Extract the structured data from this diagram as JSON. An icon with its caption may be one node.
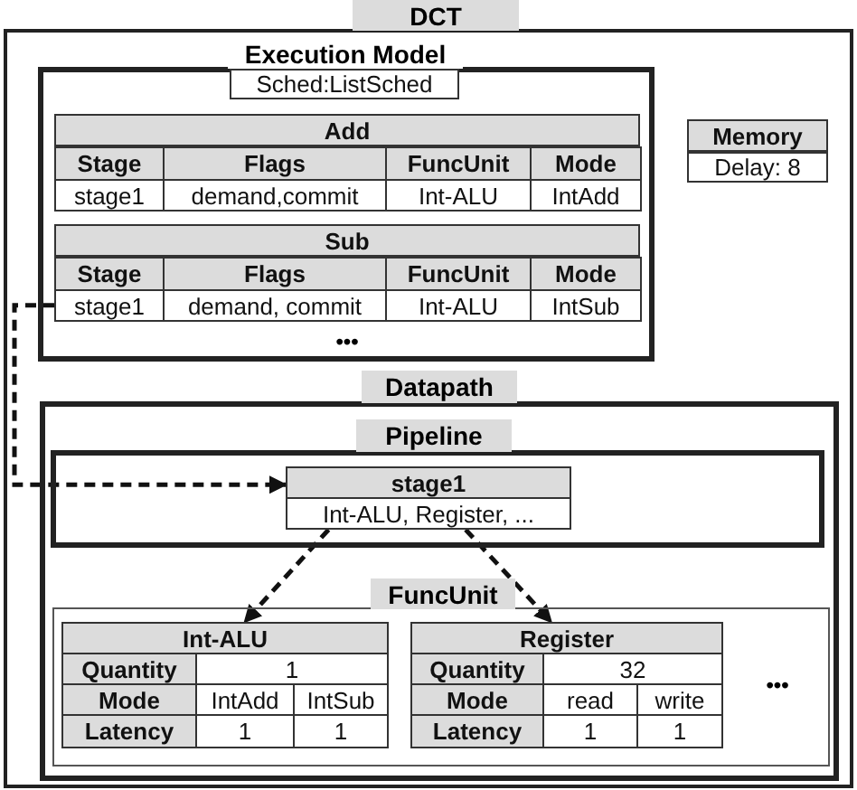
{
  "diagram": {
    "nodes": [
      {
        "text": [
          "DCT"
        ]
      },
      {
        "text": [
          "Execution Model"
        ],
        "in": 0
      },
      {
        "text": [
          "Sched:ListSched"
        ],
        "in": 1
      },
      {
        "text": [
          "Add",
          "Stage",
          "Flags",
          "FuncUnit",
          "Mode",
          "stage1",
          "demand,commit",
          "Int-ALU",
          "IntAdd"
        ],
        "in": 1
      },
      {
        "text": [
          "Sub",
          "Stage",
          "Flags",
          "FuncUnit",
          "Mode",
          "stage1",
          "demand, commit",
          "Int-ALU",
          "IntSub"
        ],
        "in": 1
      },
      {
        "text": [
          "Memory",
          "Delay: 8"
        ],
        "in": 0
      },
      {
        "text": [
          "Datapath"
        ],
        "in": 0
      },
      {
        "text": [
          "Pipeline"
        ],
        "in": 6
      },
      {
        "text": [
          "stage1",
          "Int-ALU, Register, ..."
        ],
        "in": 7
      },
      {
        "text": [
          "FuncUnit"
        ],
        "in": 6
      },
      {
        "text": [
          "Int-ALU",
          "Quantity",
          "1",
          "Mode",
          "IntAdd",
          "IntSub",
          "Latency",
          "1",
          "1"
        ],
        "in": 9
      },
      {
        "text": [
          "Register",
          "Quantity",
          "32",
          "Mode",
          "read",
          "write",
          "Latency",
          "1",
          "1"
        ],
        "in": 9
      }
    ],
    "edges": [
      {
        "from": 4,
        "to": 8,
        "arrow": "to",
        "style": "dashed"
      },
      {
        "from": 8,
        "to": 10,
        "arrow": "to",
        "style": "dashed"
      },
      {
        "from": 8,
        "to": 11,
        "arrow": "to",
        "style": "dashed"
      }
    ],
    "labels": [
      "•••",
      "•••"
    ]
  }
}
